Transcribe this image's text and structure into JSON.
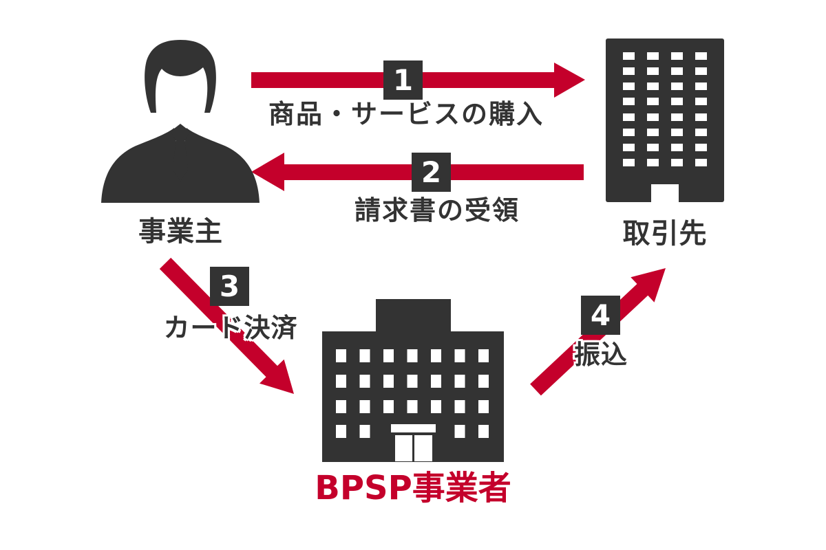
{
  "diagram": {
    "description": "BPSP payment flow diagram",
    "colors": {
      "arrow_red": "#C4002B",
      "icon_dark": "#333333",
      "background": "#FFFFFF",
      "number_text": "#FFFFFF",
      "bpsp_label_red": "#C4002B"
    },
    "actors": {
      "owner": {
        "label": "事業主",
        "icon": "businessman-icon"
      },
      "client": {
        "label": "取引先",
        "icon": "office-building-icon"
      },
      "bpsp": {
        "label": "BPSP事業者",
        "icon": "company-building-icon"
      }
    },
    "flows": [
      {
        "number": "1",
        "label": "商品・サービスの購入",
        "direction": "right",
        "from": "事業主",
        "to": "取引先"
      },
      {
        "number": "2",
        "label": "請求書の受領",
        "direction": "left",
        "from": "取引先",
        "to": "事業主"
      },
      {
        "number": "3",
        "label": "カード決済",
        "direction": "down-right",
        "from": "事業主",
        "to": "BPSP事業者"
      },
      {
        "number": "4",
        "label": "振込",
        "direction": "up-right",
        "from": "BPSP事業者",
        "to": "取引先"
      }
    ]
  }
}
